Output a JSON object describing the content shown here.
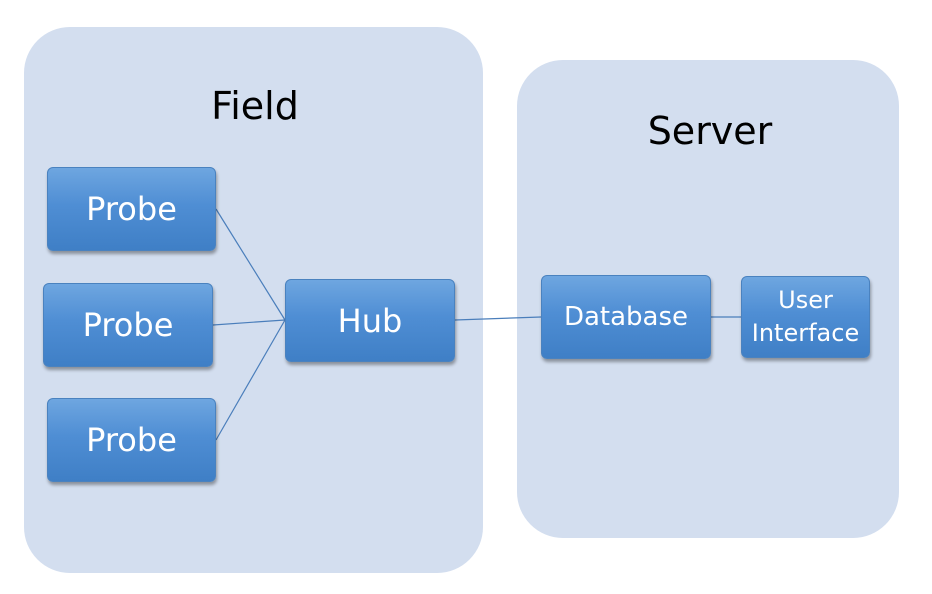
{
  "colors": {
    "group_background": "#d3deef",
    "node_fill": "#4f8ed4",
    "node_text": "#ffffff",
    "connector": "#4a7ebb",
    "title_text": "#000000"
  },
  "groups": {
    "field": {
      "title": "Field"
    },
    "server": {
      "title": "Server"
    }
  },
  "nodes": {
    "probe_1": "Probe",
    "probe_2": "Probe",
    "probe_3": "Probe",
    "hub": "Hub",
    "database": "Database",
    "user_interface": "User\nInterface"
  },
  "edges": [
    {
      "from": "probe_1",
      "to": "hub"
    },
    {
      "from": "probe_2",
      "to": "hub"
    },
    {
      "from": "probe_3",
      "to": "hub"
    },
    {
      "from": "hub",
      "to": "database"
    },
    {
      "from": "database",
      "to": "user_interface"
    }
  ]
}
